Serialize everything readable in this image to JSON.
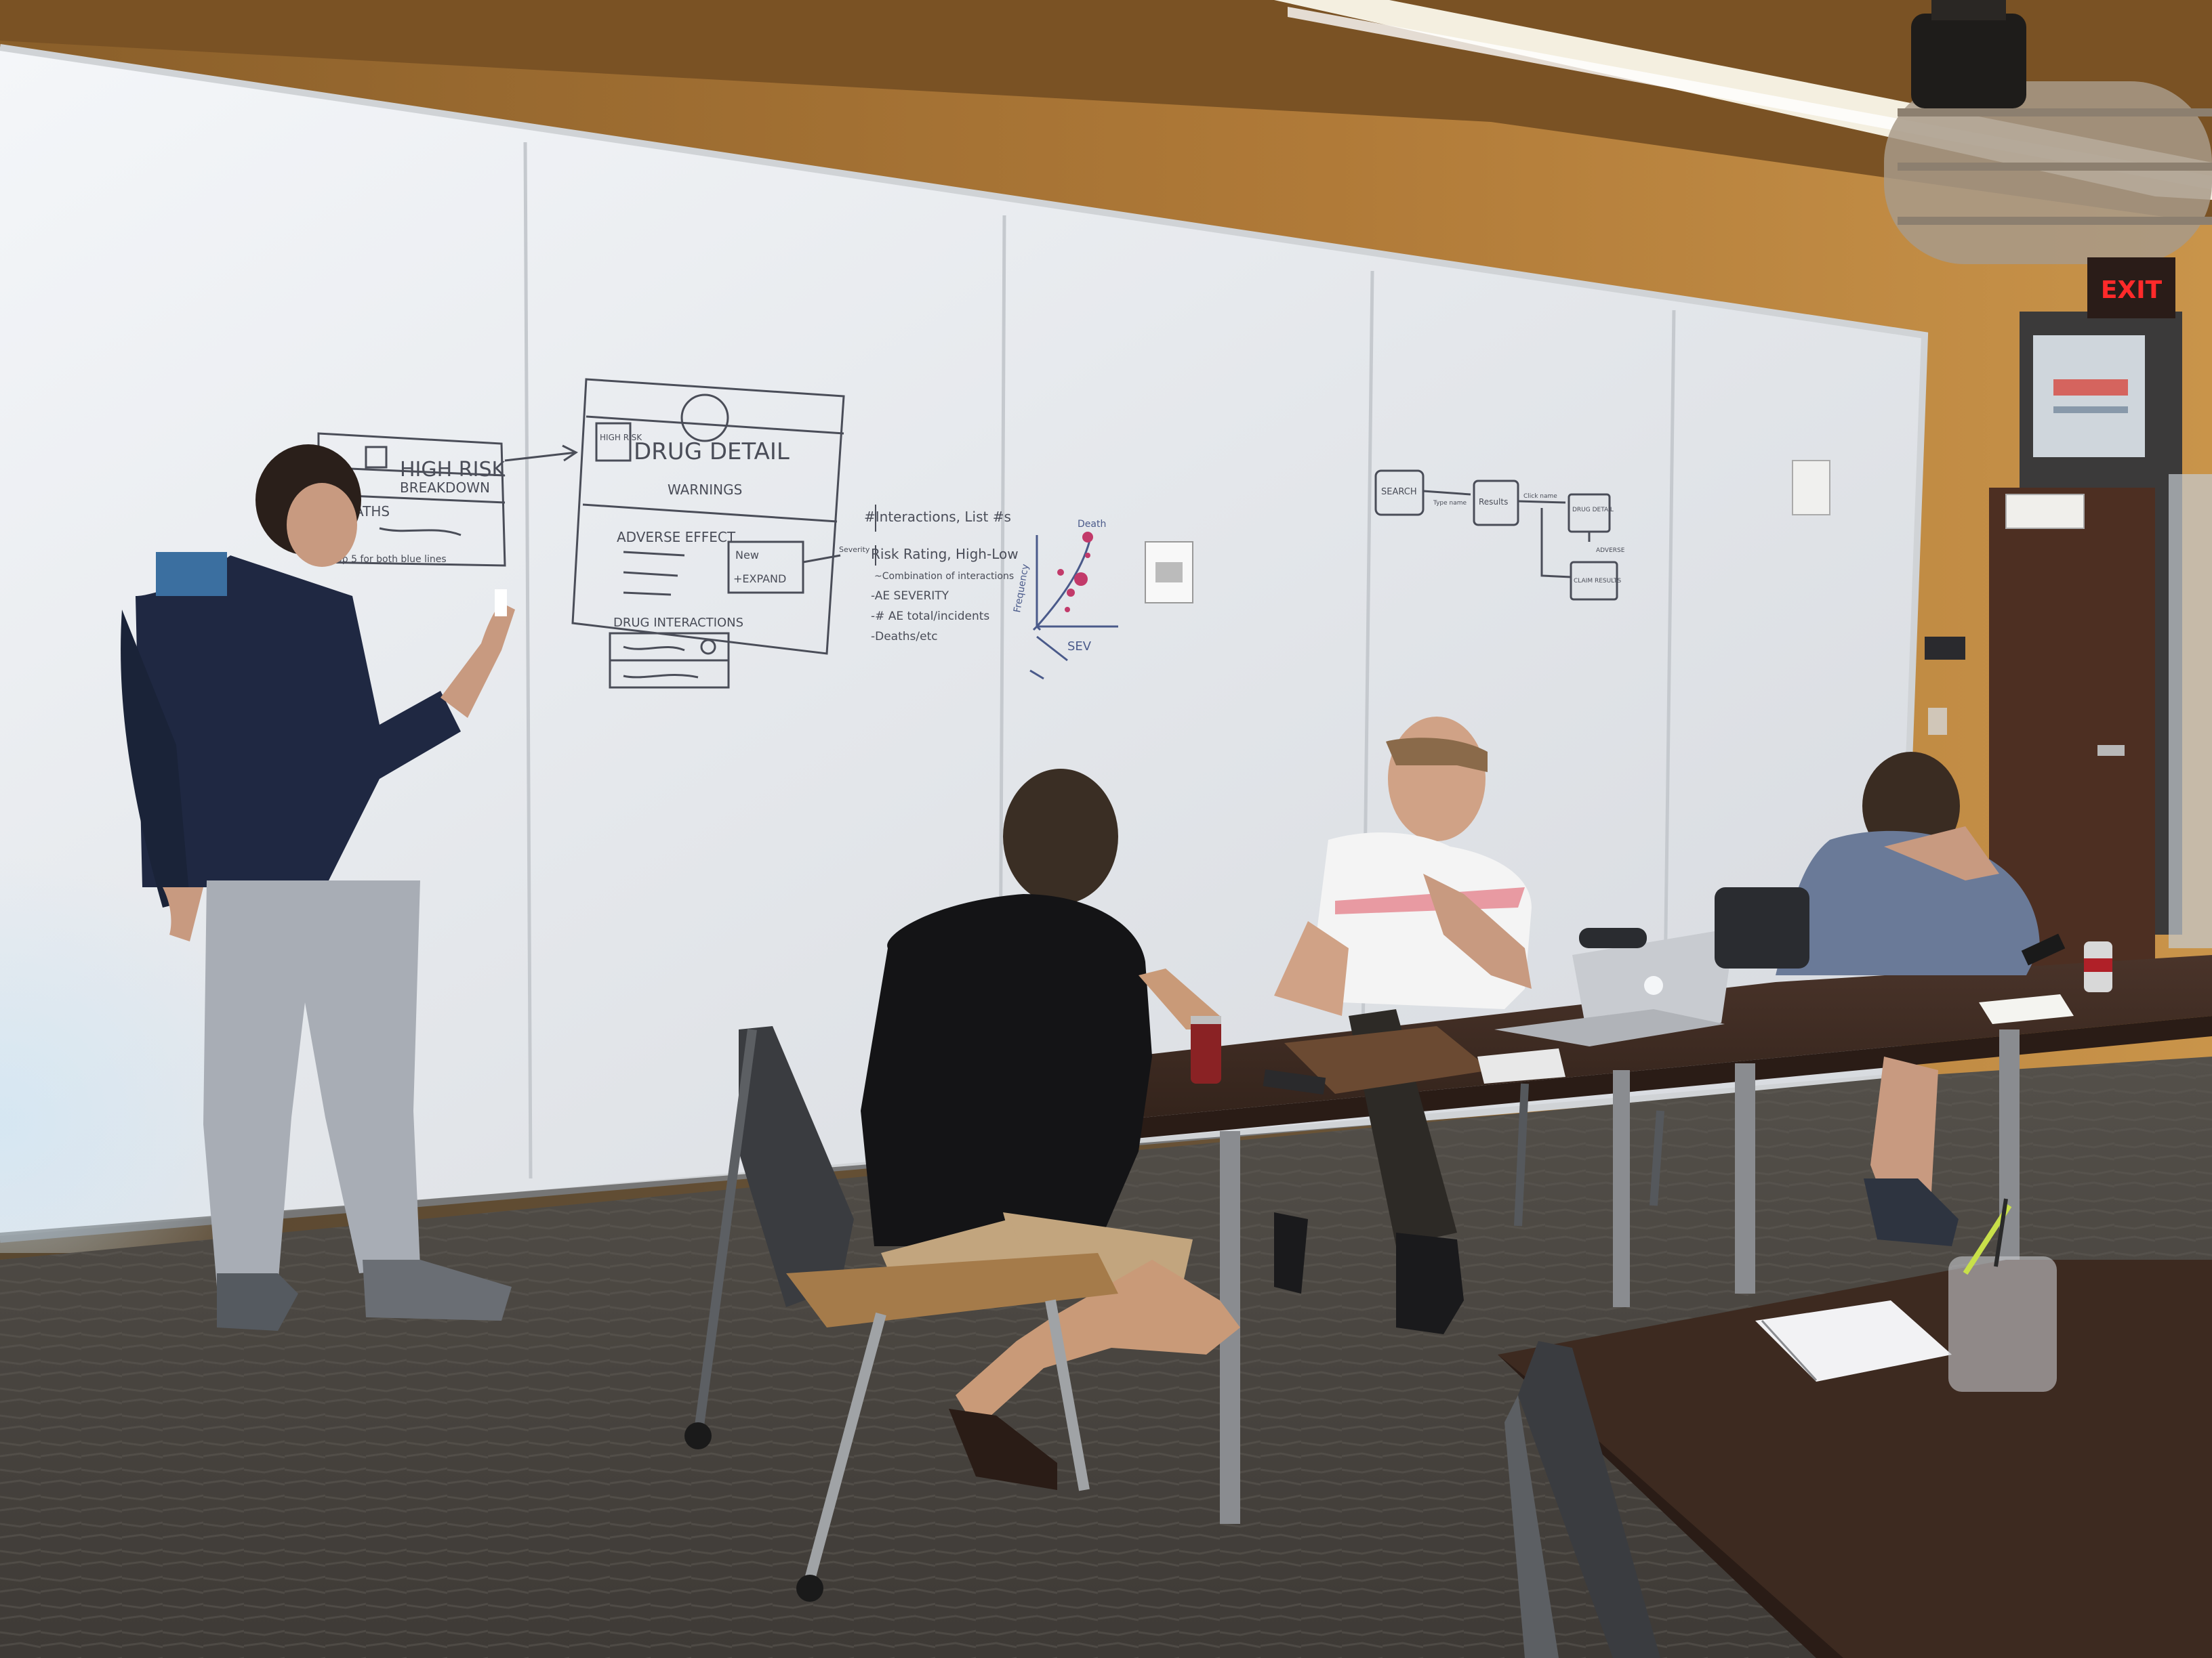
{
  "scene": {
    "colors": {
      "wall": "#c8903e",
      "ceiling": "#9a6a2c",
      "whiteboard": "#e8ebef",
      "carpet": "#4a4540",
      "table": "#3d2a20",
      "exit_sign": "#e01818",
      "marker": "#4a4d58"
    }
  },
  "exit_sign": {
    "text": "EXIT"
  },
  "whiteboard": {
    "screen1": {
      "title": "HIGH RISK",
      "subtitle": "BREAKDOWN",
      "row1": "DEATHS",
      "note": "Top 5 for both blue lines"
    },
    "screen2": {
      "badge": "HIGH RISK",
      "title": "DRUG DETAIL",
      "subtitle": "WARNINGS",
      "section1": "ADVERSE EFFECT",
      "button_text1": "New",
      "button_text2": "+EXPAND",
      "section2": "DRUG INTERACTIONS"
    },
    "notes": {
      "line1": "#Interactions, List #s",
      "line2": "Risk Rating, High-Low",
      "line3": "~Combination of interactions",
      "line4": "-AE SEVERITY",
      "line5": "-# AE total/incidents",
      "line6": "-Deaths/etc",
      "arrow_label": "Severity"
    },
    "chart": {
      "point_label": "Death",
      "y_label": "Frequency",
      "x_label": "SEV"
    },
    "flow": {
      "node1": "SEARCH",
      "edge1": "Type name",
      "node2": "Results",
      "edge2": "Click name",
      "node3": "DRUG DETAIL",
      "edge3": "ADVERSE",
      "node4": "CLAIM RESULTS"
    }
  }
}
